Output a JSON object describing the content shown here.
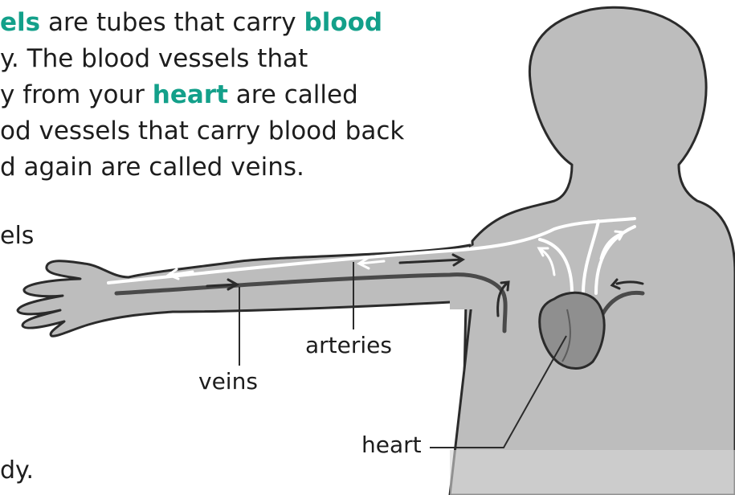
{
  "paragraph": {
    "line1": {
      "a": "els",
      "b": " are tubes that carry ",
      "c": "blood"
    },
    "line2": "y. The blood vessels that",
    "line3": {
      "a": "y from your ",
      "b": "heart",
      "c": " are called"
    },
    "line4": "od vessels that carry blood back",
    "line5": "d again are called veins."
  },
  "fragments": {
    "f1": "els",
    "f2": "dy."
  },
  "labels": {
    "arteries": "arteries",
    "veins": "veins",
    "heart": "heart"
  },
  "colors": {
    "highlight": "#13a08a",
    "body": "#bdbdbd",
    "outline": "#2b2b2b",
    "vessel_white": "#ffffff",
    "heart": "#8f8f8f"
  }
}
